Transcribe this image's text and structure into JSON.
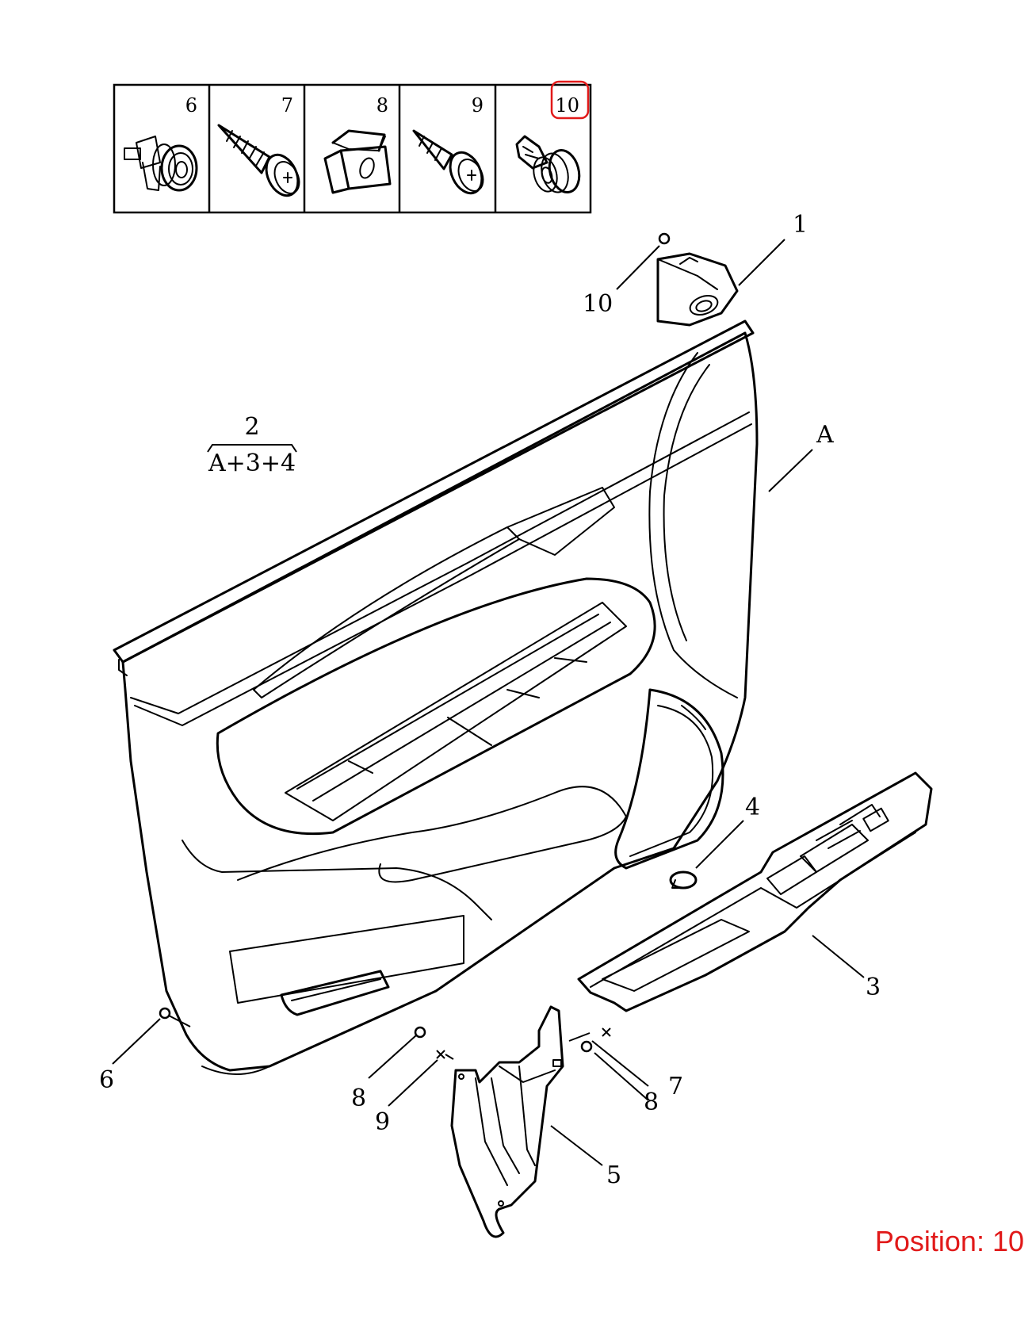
{
  "legend": {
    "items": [
      {
        "num": "6",
        "icon": "push-rivet-clip-icon"
      },
      {
        "num": "7",
        "icon": "tapping-screw-icon"
      },
      {
        "num": "8",
        "icon": "square-clip-nut-icon"
      },
      {
        "num": "9",
        "icon": "tapping-screw-icon"
      },
      {
        "num": "10",
        "icon": "fir-tree-clip-icon"
      }
    ],
    "highlighted": "10",
    "highlight_color": "#e11919"
  },
  "callouts": {
    "c1": "1",
    "c10": "10",
    "c2": "2",
    "c2_sub": "A+3+4",
    "cA": "A",
    "c4": "4",
    "c3": "3",
    "c6": "6",
    "c8a": "8",
    "c9": "9",
    "c7": "7",
    "c8b": "8",
    "c5": "5"
  },
  "position_label": "Position: 10",
  "colors": {
    "line": "#000000",
    "highlight": "#e11919",
    "background": "#ffffff"
  }
}
